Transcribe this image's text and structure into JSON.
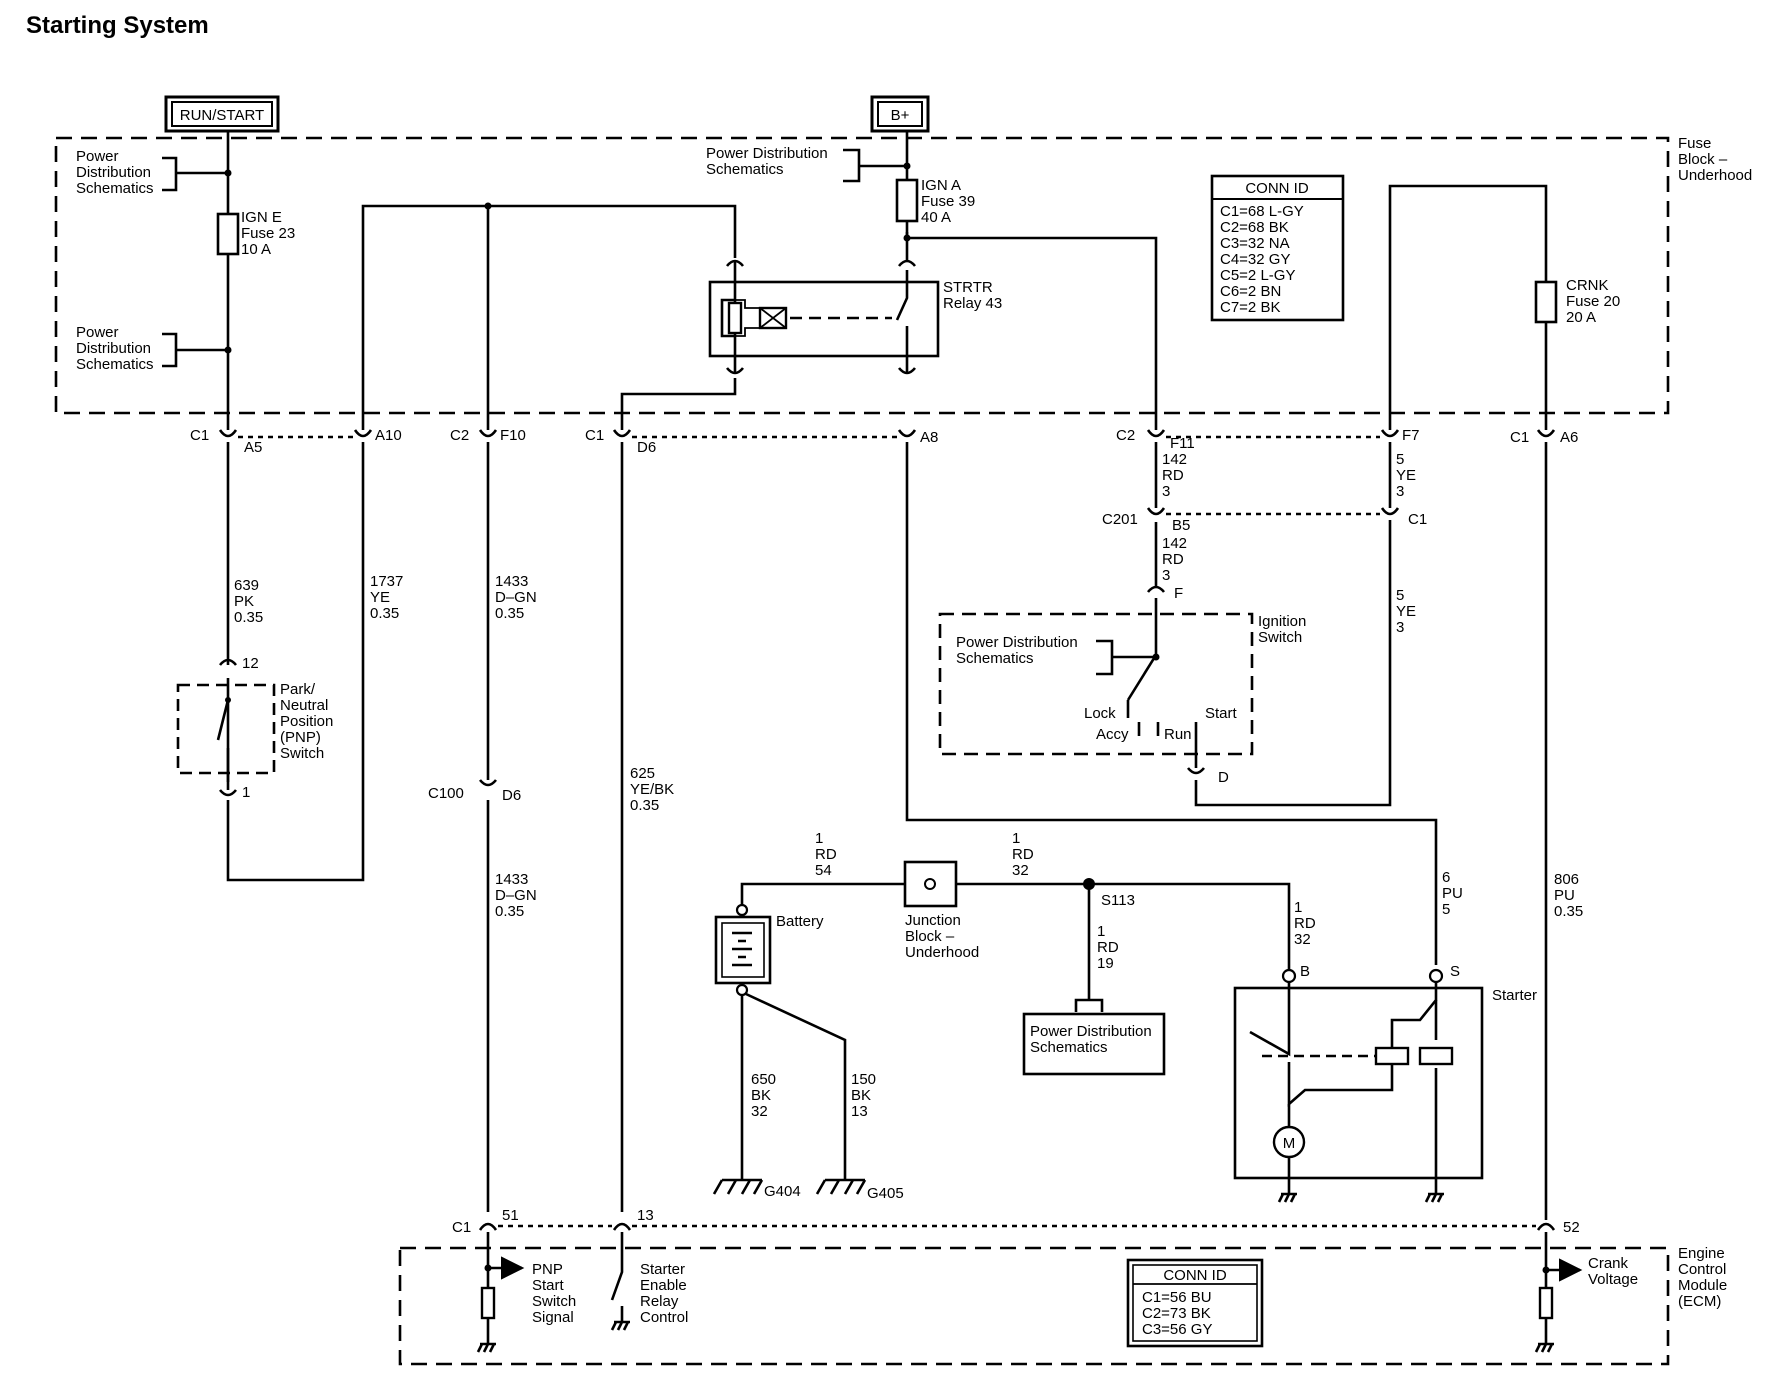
{
  "title": "Starting System",
  "sources": {
    "run_start": "RUN/START",
    "bplus": "B+"
  },
  "fuse_block": {
    "label": [
      "Fuse",
      "Block –",
      "Underhood"
    ],
    "pds_top_left": [
      "Power",
      "Distribution",
      "Schematics"
    ],
    "pds_mid_left": [
      "Power",
      "Distribution",
      "Schematics"
    ],
    "pds_top_right": [
      "Power Distribution",
      "Schematics"
    ],
    "fuse_ign_e": [
      "IGN E",
      "Fuse 23",
      "10 A"
    ],
    "fuse_ign_a": [
      "IGN A",
      "Fuse 39",
      "40 A"
    ],
    "fuse_crnk": [
      "CRNK",
      "Fuse 20",
      "20 A"
    ],
    "relay": [
      "STRTR",
      "Relay 43"
    ],
    "conn_id_title": "CONN ID",
    "conn_id": [
      "C1=68 L-GY",
      "C2=68 BK",
      "C3=32 NA",
      "C4=32 GY",
      "C5=2 L-GY",
      "C6=2 BN",
      "C7=2 BK"
    ]
  },
  "connectors": {
    "c1_a": "C1",
    "a5": "A5",
    "a10": "A10",
    "c2_a": "C2",
    "f10": "F10",
    "c1_b": "C1",
    "d6_top": "D6",
    "a8": "A8",
    "c2_b": "C2",
    "f11": "F11",
    "f7": "F7",
    "c1_c": "C1",
    "a6": "A6",
    "c201": "C201",
    "b5": "B5",
    "c1_d": "C1",
    "f": "F",
    "d": "D",
    "pin12": "12",
    "pin1": "1",
    "c100": "C100",
    "d6_mid": "D6",
    "c1_ecm": "C1",
    "pin51": "51",
    "pin13": "13",
    "pin52": "52"
  },
  "wires": {
    "w639": [
      "639",
      "PK",
      "0.35"
    ],
    "w1737": [
      "1737",
      "YE",
      "0.35"
    ],
    "w1433a": [
      "1433",
      "D–GN",
      "0.35"
    ],
    "w1433b": [
      "1433",
      "D–GN",
      "0.35"
    ],
    "w625": [
      "625",
      "YE/BK",
      "0.35"
    ],
    "w142a": [
      "142",
      "RD",
      "3"
    ],
    "w142b": [
      "142",
      "RD",
      "3"
    ],
    "w5a": [
      "5",
      "YE",
      "3"
    ],
    "w5b": [
      "5",
      "YE",
      "3"
    ],
    "w806": [
      "806",
      "PU",
      "0.35"
    ],
    "w1_54": [
      "1",
      "RD",
      "54"
    ],
    "w1_32a": [
      "1",
      "RD",
      "32"
    ],
    "w1_32b": [
      "1",
      "RD",
      "32"
    ],
    "w1_19": [
      "1",
      "RD",
      "19"
    ],
    "w6": [
      "6",
      "PU",
      "5"
    ],
    "w650": [
      "650",
      "BK",
      "32"
    ],
    "w150": [
      "150",
      "BK",
      "13"
    ]
  },
  "components": {
    "pnp": [
      "Park/",
      "Neutral",
      "Position",
      "(PNP)",
      "Switch"
    ],
    "ignition": [
      "Ignition",
      "Switch"
    ],
    "ign_pds": [
      "Power Distribution",
      "Schematics"
    ],
    "ign_positions": {
      "lock": "Lock",
      "accy": "Accy",
      "run": "Run",
      "start": "Start"
    },
    "battery": "Battery",
    "junction": [
      "Junction",
      "Block –",
      "Underhood"
    ],
    "splice": "S113",
    "pds_box": [
      "Power Distribution",
      "Schematics"
    ],
    "starter": "Starter",
    "starter_b": "B",
    "starter_s": "S",
    "motor": "M",
    "g404": "G404",
    "g405": "G405"
  },
  "ecm": {
    "label": [
      "Engine",
      "Control",
      "Module",
      "(ECM)"
    ],
    "pnp_signal": [
      "PNP",
      "Start",
      "Switch",
      "Signal"
    ],
    "starter_enable": [
      "Starter",
      "Enable",
      "Relay",
      "Control"
    ],
    "crank_voltage": [
      "Crank",
      "Voltage"
    ],
    "conn_id_title": "CONN ID",
    "conn_id": [
      "C1=56 BU",
      "C2=73 BK",
      "C3=56 GY"
    ]
  }
}
